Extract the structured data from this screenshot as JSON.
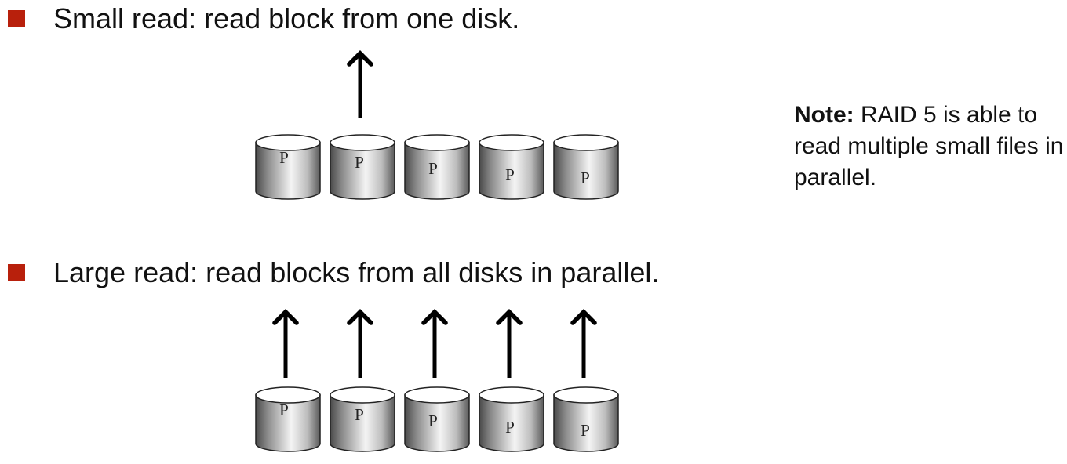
{
  "colors": {
    "bullet": "#b8200c",
    "arrow": "#000000",
    "disk_outline": "#222222"
  },
  "bullets": [
    {
      "text": "Small read: read block from one disk."
    },
    {
      "text": "Large read: read blocks from all disks in parallel."
    }
  ],
  "note": {
    "label": "Note:",
    "text": " RAID 5 is able to read multiple small files in parallel."
  },
  "disk_label": "P",
  "small_read": {
    "disk_count": 5,
    "arrow_disks": [
      1
    ]
  },
  "large_read": {
    "disk_count": 5,
    "arrow_disks": [
      0,
      1,
      2,
      3,
      4
    ]
  }
}
